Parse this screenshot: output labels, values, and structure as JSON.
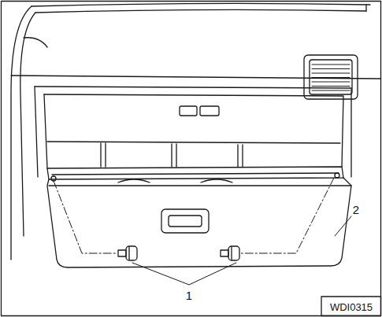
{
  "diagram": {
    "labels": [
      "1",
      "2",
      "WDI0315"
    ]
  }
}
